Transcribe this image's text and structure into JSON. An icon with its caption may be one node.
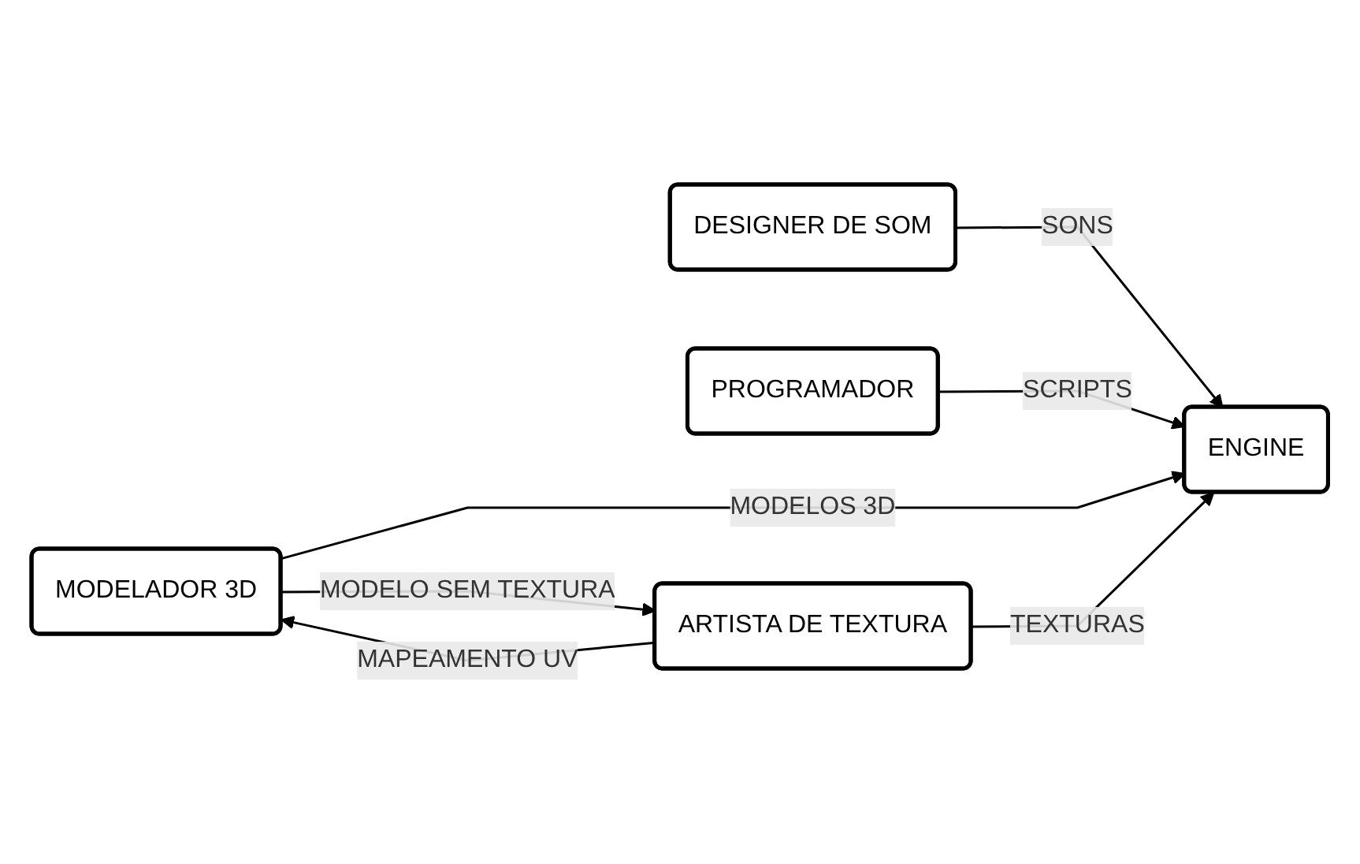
{
  "diagram": {
    "nodes": [
      {
        "text": [
          "MODELADOR 3D"
        ]
      },
      {
        "text": [
          "DESIGNER DE SOM"
        ]
      },
      {
        "text": [
          "ARTISTA DE TEXTURA"
        ]
      },
      {
        "text": [
          "ENGINE"
        ]
      },
      {
        "text": [
          "PROGRAMADOR"
        ]
      }
    ],
    "edges": [
      {
        "from": 1,
        "to": 3,
        "label": "SONS",
        "arrow": "to"
      },
      {
        "from": 4,
        "to": 3,
        "label": "SCRIPTS",
        "arrow": "to"
      },
      {
        "from": 0,
        "to": 3,
        "label": "MODELOS 3D",
        "arrow": "to"
      },
      {
        "from": 2,
        "to": 0,
        "label": "MAPEAMENTO UV",
        "arrow": "to"
      },
      {
        "from": 0,
        "to": 2,
        "label": "MODELO SEM TEXTURA",
        "arrow": "to"
      },
      {
        "from": 2,
        "to": 3,
        "label": "TEXTURAS",
        "arrow": "to"
      }
    ]
  }
}
